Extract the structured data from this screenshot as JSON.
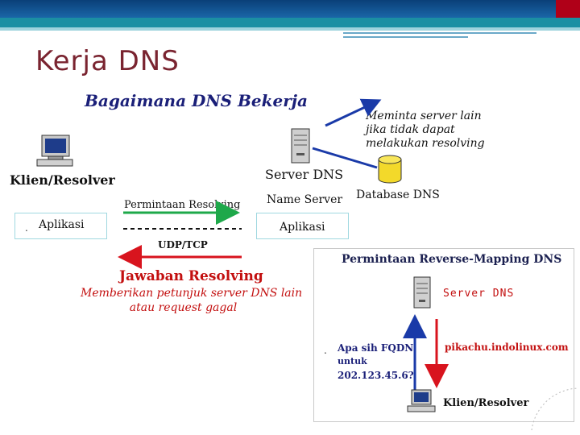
{
  "slide": {
    "title": "Kerja DNS"
  },
  "diagram": {
    "heading": "Bagaimana DNS Bekerja",
    "client_label": "Klien/Resolver",
    "server_label": "Server DNS",
    "name_server_label": "Name Server",
    "database_label": "Database DNS",
    "forward_note": [
      "Meminta server lain",
      "jika tidak dapat",
      "melakukan resolving"
    ],
    "client_app": "Aplikasi",
    "server_app": "Aplikasi",
    "request_label": "Permintaan Resolving",
    "protocol_label": "UDP/TCP",
    "response_title": "Jawaban Resolving",
    "response_note": [
      "Memberikan petunjuk server DNS lain",
      "atau request gagal"
    ]
  },
  "reverse_panel": {
    "title": "Permintaan Reverse-Mapping DNS",
    "server_label": "Server DNS",
    "question": [
      "Apa sih FQDN",
      "untuk",
      "202.123.45.6?"
    ],
    "answer": "pikachu.indolinux.com",
    "client_label": "Klien/Resolver"
  },
  "colors": {
    "heading": "#1a1f78",
    "arrow_green": "#1ea84a",
    "arrow_red": "#d8141e",
    "arrow_blue": "#1a3aa8",
    "panel_red": "#c31010"
  },
  "icons": [
    "computer-icon",
    "server-icon",
    "database-icon"
  ]
}
